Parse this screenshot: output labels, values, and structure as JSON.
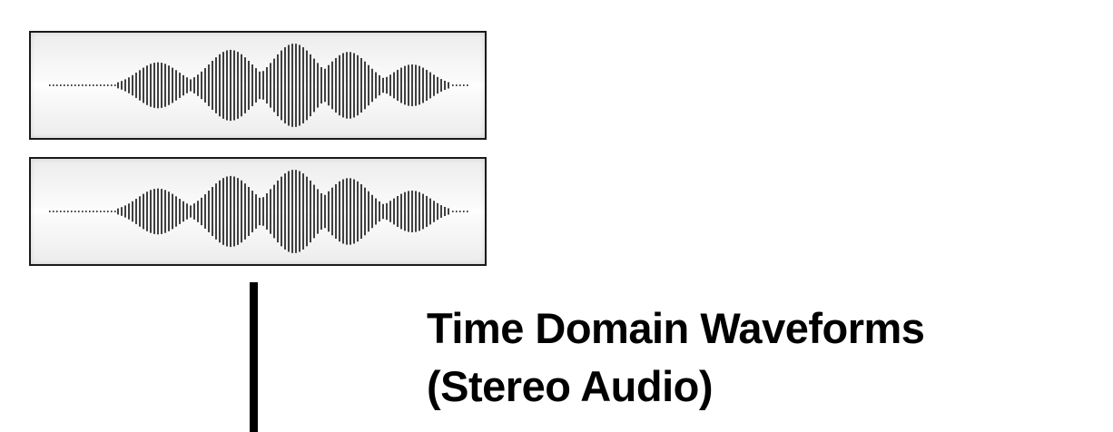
{
  "tracks": [
    {
      "id": "channel-1"
    },
    {
      "id": "channel-2"
    }
  ],
  "label": {
    "line1": "Time Domain Waveforms",
    "line2": "(Stereo Audio)"
  },
  "colors": {
    "waveform": "#111111",
    "border": "#1a1a1a",
    "connector": "#000000"
  }
}
